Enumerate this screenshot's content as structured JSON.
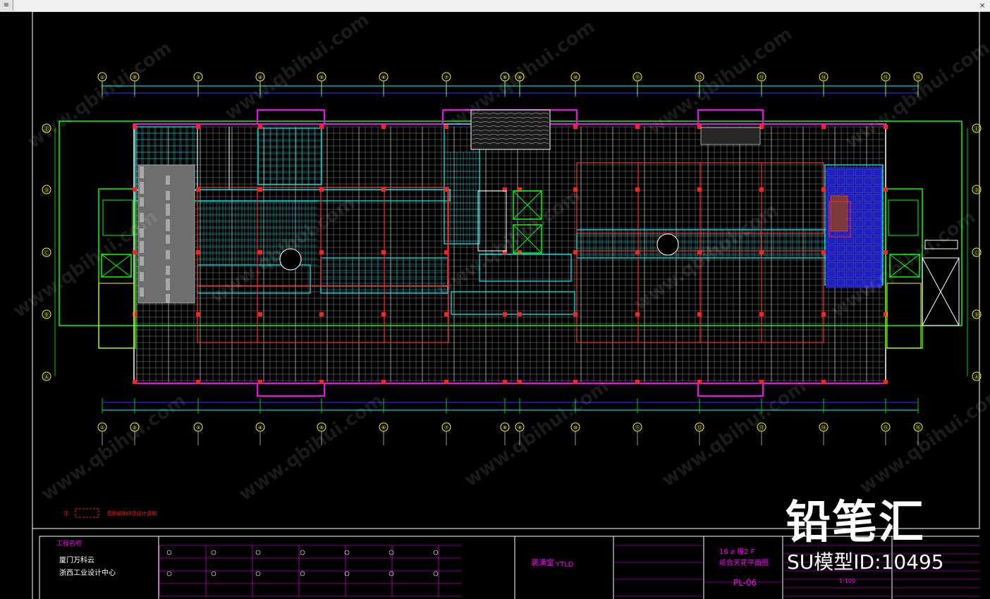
{
  "window": {
    "menu_glyph": "≡",
    "close_glyph": "×"
  },
  "watermark": {
    "brand": "铅笔汇",
    "model_id": "SU模型ID:10495",
    "tile": "www.qbihui.com"
  },
  "grid": {
    "cols": [
      "①",
      "②",
      "③",
      "④",
      "⑤",
      "⑥",
      "⑦",
      "⑧",
      "⑨",
      "⑩",
      "⑪",
      "⑫",
      "⑬",
      "⑭",
      "⑮",
      "⑯"
    ],
    "rows": [
      "Ⓔ",
      "Ⓓ",
      "Ⓒ",
      "Ⓑ",
      "Ⓐ"
    ]
  },
  "note": {
    "text": "图例说明详见设计说明"
  },
  "title_block": {
    "project_label": "工程名称",
    "project_line1": "厦门万科云",
    "project_line2": "浙西工业设计中心",
    "designer_mark": "YTLD",
    "designer_logo_text": "装潢室",
    "drawing_line1": "16 ⌀ 幢2 F",
    "drawing_line2": "综合天花平面图",
    "sheet_no": "PL-06",
    "scale": "1:100"
  },
  "colors": {
    "magenta": "#ff00ff",
    "cyan": "#00ffff",
    "yellow": "#ffff00",
    "green": "#00ff00",
    "grey": "#9a9a9a",
    "red": "#ff2020",
    "blue": "#3030ff",
    "white": "#ffffff"
  }
}
